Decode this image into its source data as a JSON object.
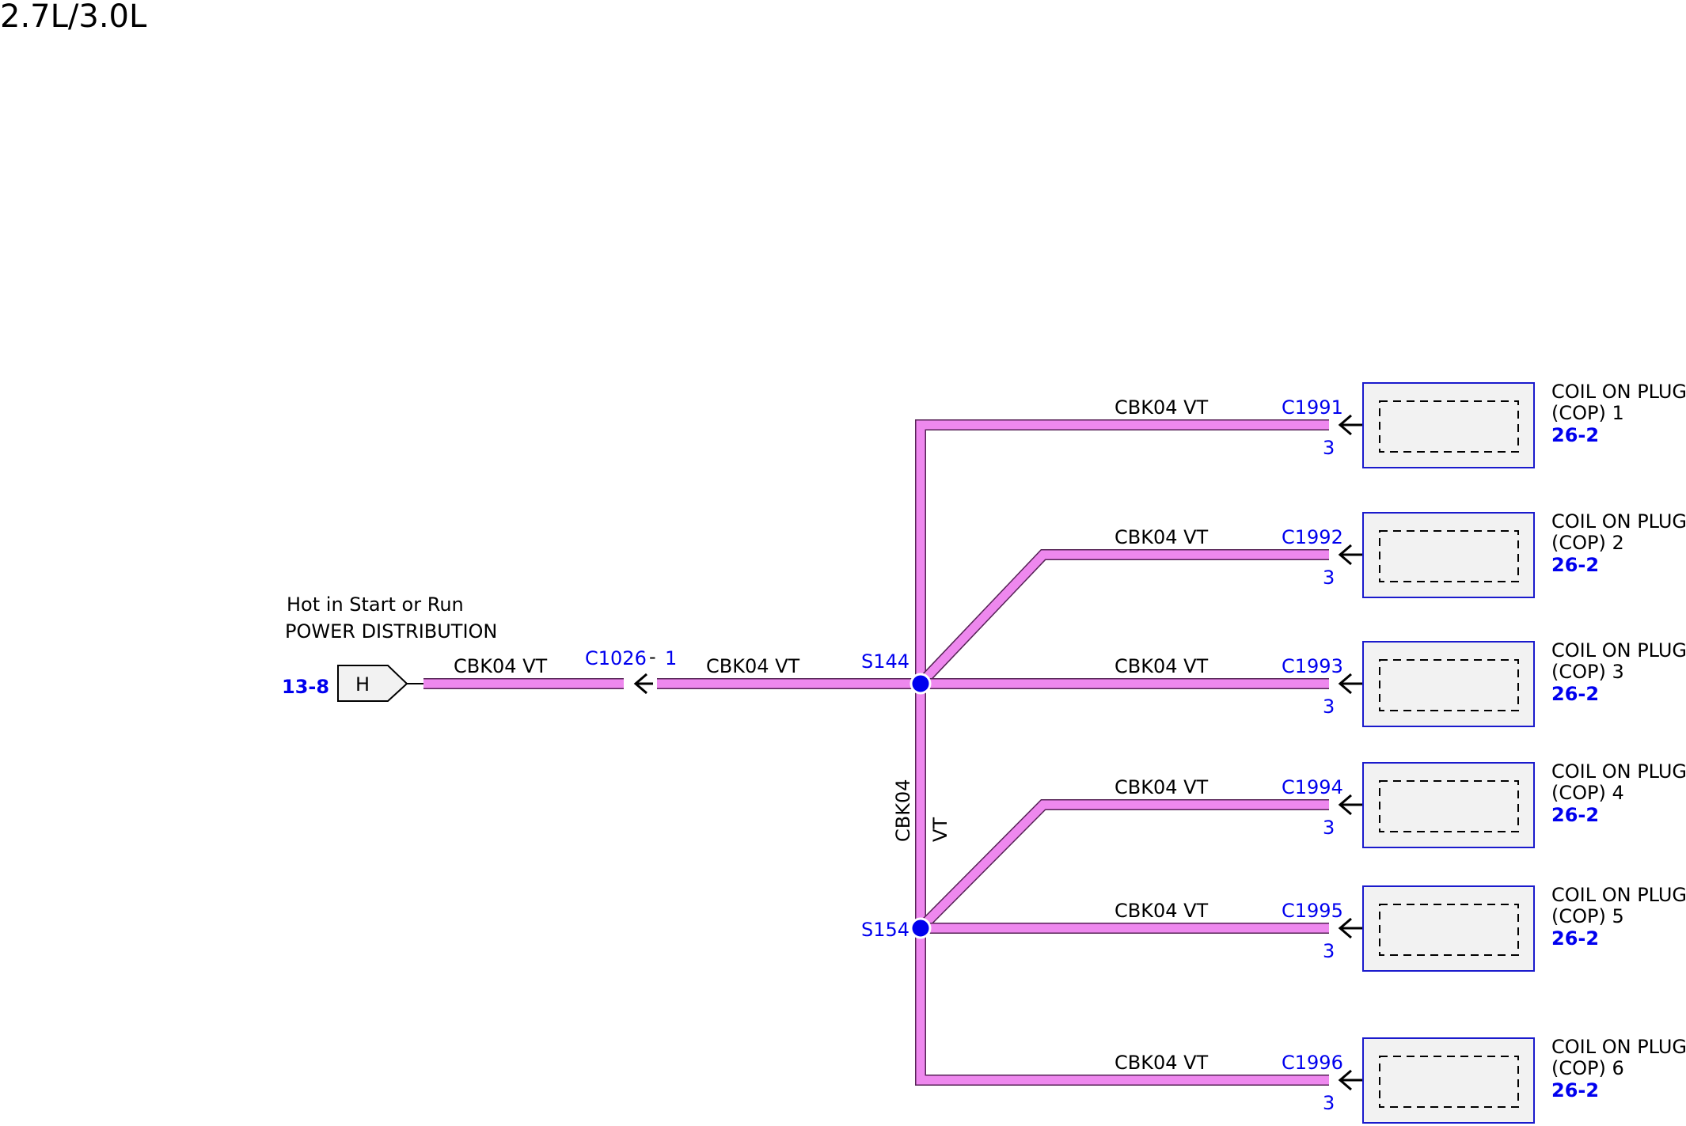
{
  "title": "2.7L/3.0L",
  "source": {
    "caption_line1": "Hot in Start or Run",
    "caption_line2": "POWER DISTRIBUTION",
    "page_ref": "13-8",
    "connector_letter": "H"
  },
  "main_wire": {
    "left_label": "CBK04  VT",
    "connector": "C1026",
    "connector_pin": "1",
    "right_label": "CBK04  VT"
  },
  "splice_top": {
    "label": "S144"
  },
  "splice_bottom": {
    "label": "S154"
  },
  "vertical_wire": {
    "circuit": "CBK04",
    "color": "VT"
  },
  "colors": {
    "wire_fill": "#ee88ee",
    "wire_edge": "#552255",
    "connector_blue": "#0000ee",
    "splice_dot": "#0000ee",
    "component_border": "#1a1acc",
    "component_fill": "#f2f2f2"
  },
  "branches": [
    {
      "wire_label": "CBK04  VT",
      "connector": "C1991",
      "pin": "3",
      "component_line1": "COIL ON PLUG",
      "component_line2": "(COP) 1",
      "page_ref": "26-2"
    },
    {
      "wire_label": "CBK04  VT",
      "connector": "C1992",
      "pin": "3",
      "component_line1": "COIL ON PLUG",
      "component_line2": "(COP) 2",
      "page_ref": "26-2"
    },
    {
      "wire_label": "CBK04  VT",
      "connector": "C1993",
      "pin": "3",
      "component_line1": "COIL ON PLUG",
      "component_line2": "(COP) 3",
      "page_ref": "26-2"
    },
    {
      "wire_label": "CBK04  VT",
      "connector": "C1994",
      "pin": "3",
      "component_line1": "COIL ON PLUG",
      "component_line2": "(COP) 4",
      "page_ref": "26-2"
    },
    {
      "wire_label": "CBK04  VT",
      "connector": "C1995",
      "pin": "3",
      "component_line1": "COIL ON PLUG",
      "component_line2": "(COP) 5",
      "page_ref": "26-2"
    },
    {
      "wire_label": "CBK04  VT",
      "connector": "C1996",
      "pin": "3",
      "component_line1": "COIL ON PLUG",
      "component_line2": "(COP) 6",
      "page_ref": "26-2"
    }
  ]
}
